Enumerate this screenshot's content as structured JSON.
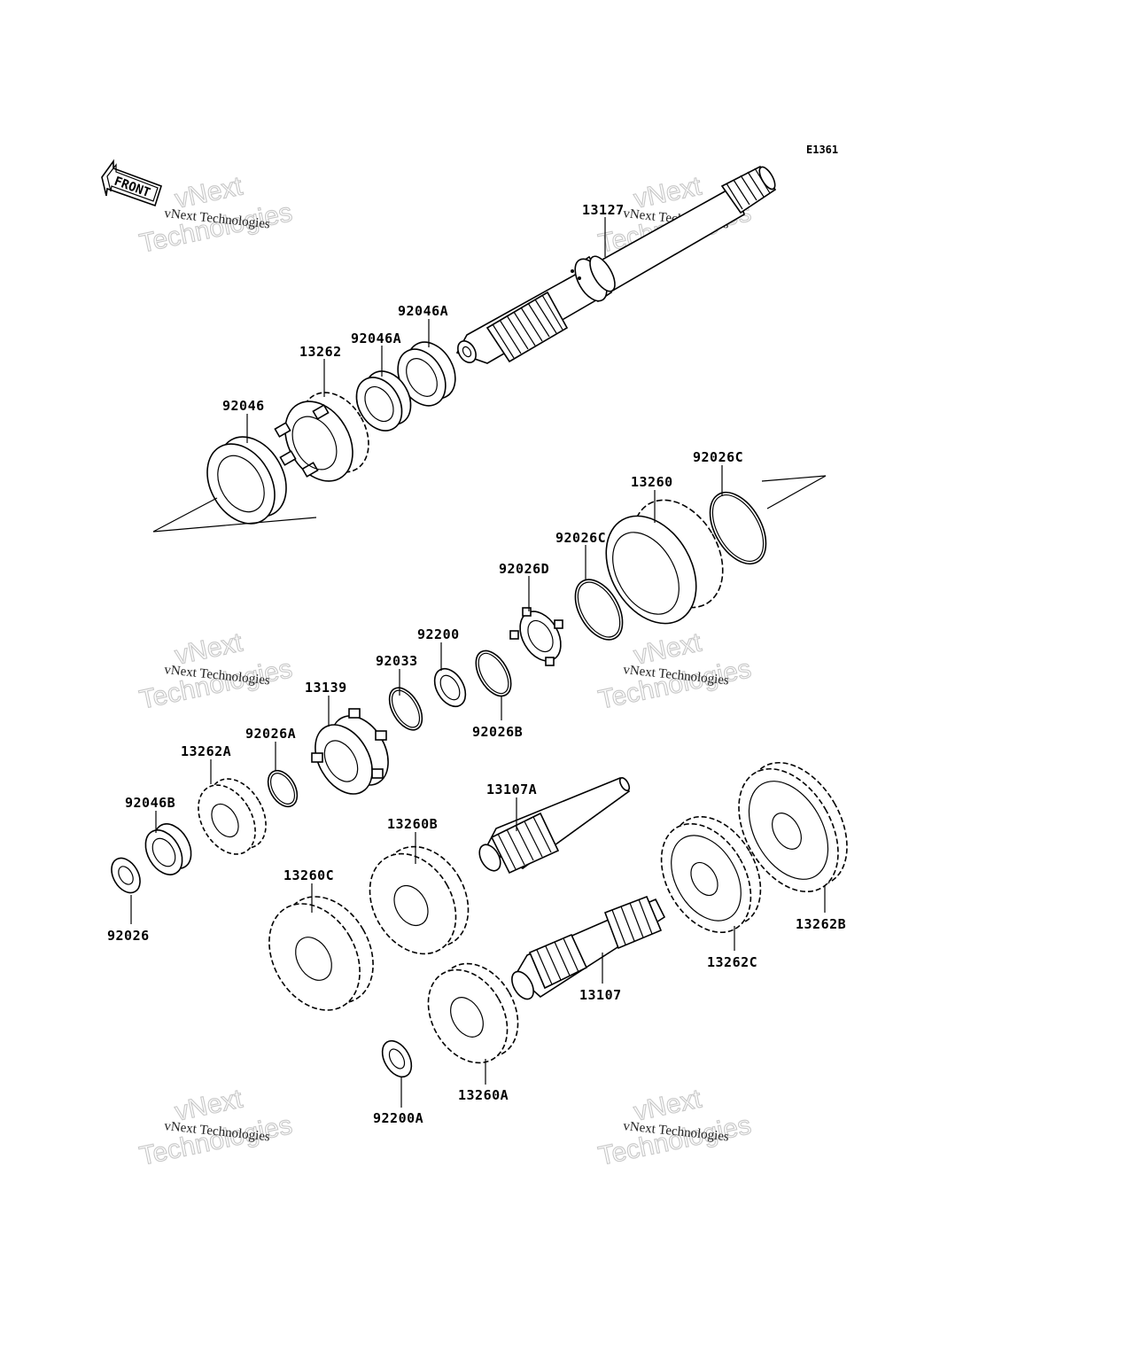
{
  "diagram": {
    "code": "E1361",
    "front_label": "FRONT",
    "watermark": {
      "small": "vNext Technologies",
      "big_line1": "vNext",
      "big_line2": "Technologies"
    },
    "labels": {
      "p13127": "13127",
      "p92046A_1": "92046A",
      "p92046A_2": "92046A",
      "p13262": "13262",
      "p92046": "92046",
      "p92026C_1": "92026C",
      "p13260": "13260",
      "p92026C_2": "92026C",
      "p92026D": "92026D",
      "p92200": "92200",
      "p92033": "92033",
      "p13139": "13139",
      "p92026B": "92026B",
      "p92026A": "92026A",
      "p13262A": "13262A",
      "p92046B": "92046B",
      "p92026": "92026",
      "p13107A": "13107A",
      "p13260B": "13260B",
      "p13260C": "13260C",
      "p13262B": "13262B",
      "p13262C": "13262C",
      "p13107": "13107",
      "p13260A": "13260A",
      "p92200A": "92200A"
    }
  }
}
